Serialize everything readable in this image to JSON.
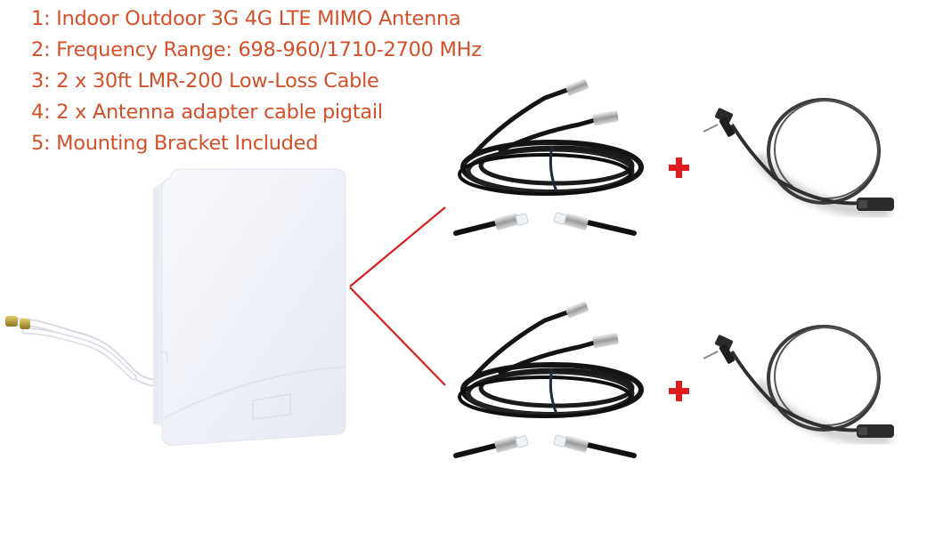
{
  "features": {
    "color": "#d2502a",
    "items": [
      {
        "label": "1: Indoor Outdoor 3G 4G LTE MIMO Antenna"
      },
      {
        "label": "2: Frequency Range: 698-960/1710-2700 MHz"
      },
      {
        "label": "3: 2 x 30ft LMR-200 Low-Loss Cable"
      },
      {
        "label": "4: 2 x Antenna adapter cable pigtail"
      },
      {
        "label": "5: Mounting Bracket Included"
      }
    ]
  },
  "diagram": {
    "connector_line_color": "#d61f1f",
    "plus_symbol": "+",
    "plus_color": "#e01b1b",
    "components": [
      {
        "name": "panel-antenna",
        "icon": "panel-antenna-icon"
      },
      {
        "name": "lmr200-cable-set",
        "icon": "coax-cable-icon",
        "count": 2
      },
      {
        "name": "adapter-pigtail",
        "icon": "pigtail-cable-icon",
        "count": 2
      }
    ]
  }
}
